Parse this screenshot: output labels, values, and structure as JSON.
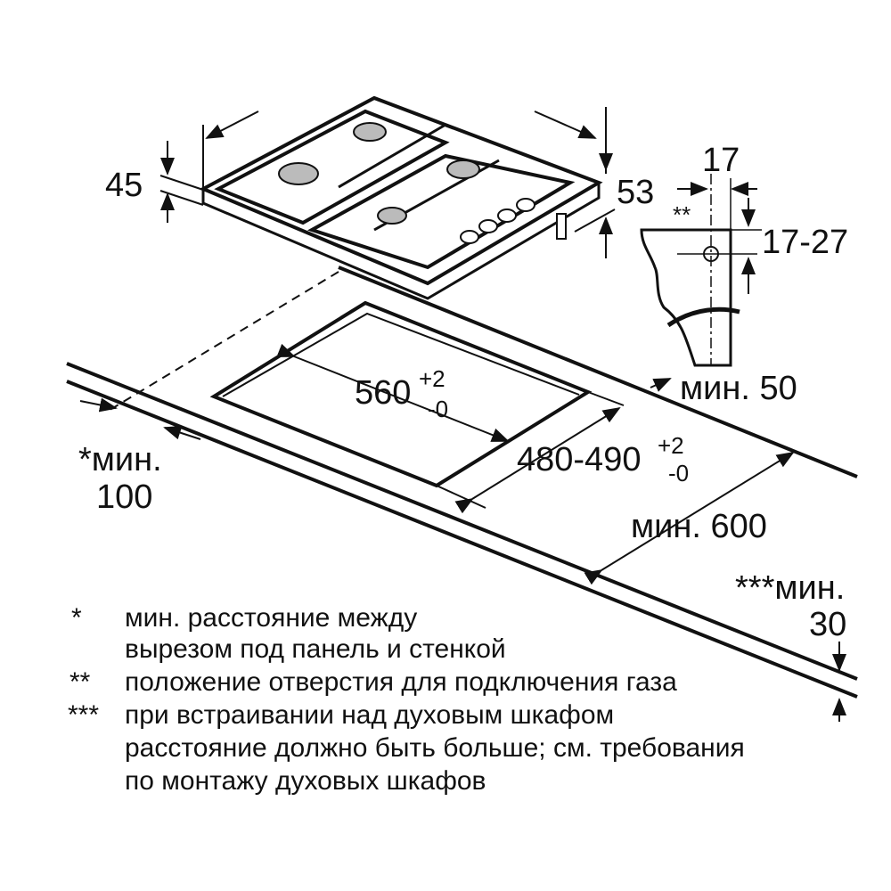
{
  "dimensions": {
    "hob_height": "45",
    "hob_side": "53",
    "profile_width": "17",
    "profile_marker": "**",
    "profile_range": "17-27",
    "back_clearance": "мин. 50",
    "cutout_width": "560",
    "cutout_width_tol_plus": "+2",
    "cutout_width_tol_minus": "-0",
    "cutout_depth": "480-490",
    "cutout_depth_tol_plus": "+2",
    "cutout_depth_tol_minus": "-0",
    "side_clearance_label": "*мин.",
    "side_clearance_value": "100",
    "worktop_depth": "мин. 600",
    "bottom_clearance_label": "***мин.",
    "bottom_clearance_value": "30"
  },
  "footnotes": [
    {
      "marker": "*",
      "lines": [
        "мин. расстояние между",
        "вырезом под панель и стенкой"
      ]
    },
    {
      "marker": "**",
      "lines": [
        "положение отверстия для подключения газа"
      ]
    },
    {
      "marker": "***",
      "lines": [
        "при встраивании над духовым шкафом",
        "расстояние должно быть больше; см. требования",
        "по монтажу духовых шкафов"
      ]
    }
  ]
}
